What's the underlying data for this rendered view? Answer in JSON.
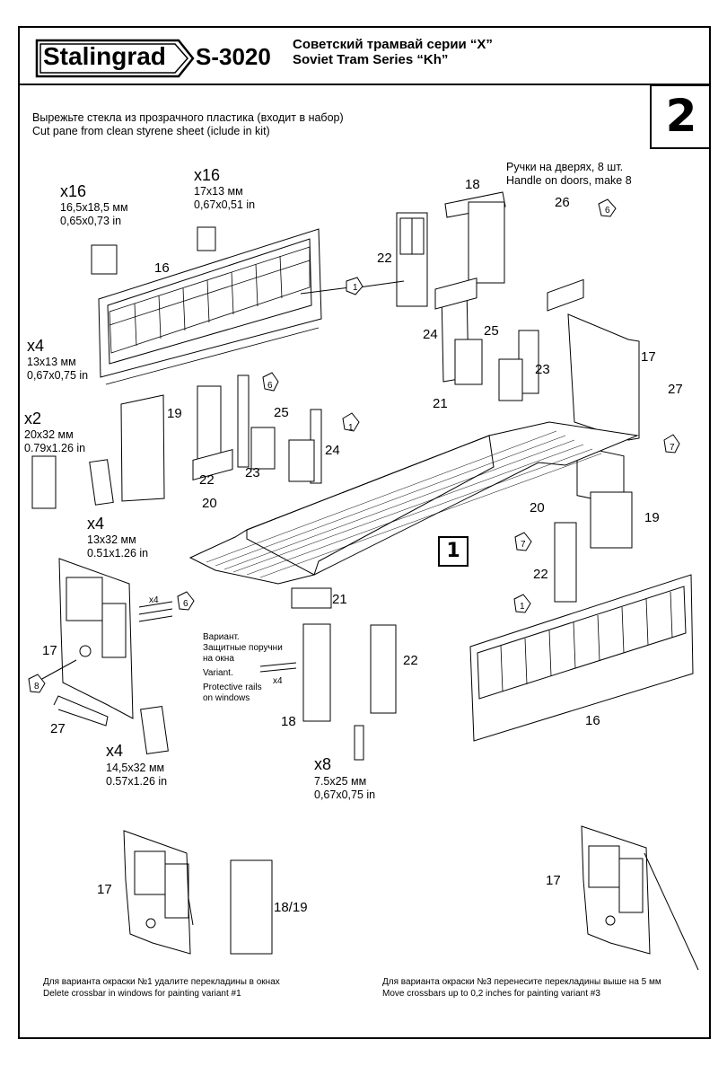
{
  "header": {
    "brand": "Stalingrad",
    "code": "S-3020",
    "title_ru": "Советский трамвай серии “X”",
    "title_en": "Soviet Tram Series “Kh”"
  },
  "step_number": "2",
  "instructions": {
    "cut_panes_ru": "Вырежьте стекла из прозрачного пластика (входит в набор)",
    "cut_panes_en": "Cut pane from clean styrene sheet (iclude in kit)",
    "handles_ru": "Ручки на дверях, 8 шт.",
    "handles_en": "Handle on doors, make 8",
    "variant_rails": [
      "Вариант.",
      "Защитные поручни",
      "на окна",
      "Variant.",
      "Protective rails",
      "on windows"
    ],
    "variant1_ru": "Для варианта окраски №1 удалите перекладины в окнах",
    "variant1_en": "Delete crossbar in windows for painting variant #1",
    "variant3_ru": "Для варианта окраски №3 перенесите перекладины выше на 5 мм",
    "variant3_en": "Move crossbars up to 0,2 inches for painting variant #3"
  },
  "panes": [
    {
      "count": "x16",
      "mm": "16,5x18,5 мм",
      "inch": "0,65x0,73 in"
    },
    {
      "count": "x16",
      "mm": "17x13 мм",
      "inch": "0,67x0,51 in"
    },
    {
      "count": "x4",
      "mm": "13x13 мм",
      "inch": "0,67x0,75 in"
    },
    {
      "count": "x2",
      "mm": "20x32 мм",
      "inch": "0.79x1.26 in"
    },
    {
      "count": "x4",
      "mm": "13x32 мм",
      "inch": "0.51x1.26 in"
    },
    {
      "count": "x4",
      "mm": "14,5x32 мм",
      "inch": "0.57x1.26 in"
    },
    {
      "count": "x8",
      "mm": "7.5x25 мм",
      "inch": "0,67x0,75 in"
    }
  ],
  "part_labels": {
    "p16": "16",
    "p18": "18",
    "p22": "22",
    "p24": "24",
    "p25": "25",
    "p26": "26",
    "p23": "23",
    "p17": "17",
    "p27": "27",
    "p21": "21",
    "p19": "19",
    "p20": "20",
    "p1819": "18/19",
    "x4": "x4"
  },
  "callouts": {
    "c1": "1",
    "c6": "6",
    "c7": "7",
    "c8": "8"
  },
  "subassembly": "1"
}
